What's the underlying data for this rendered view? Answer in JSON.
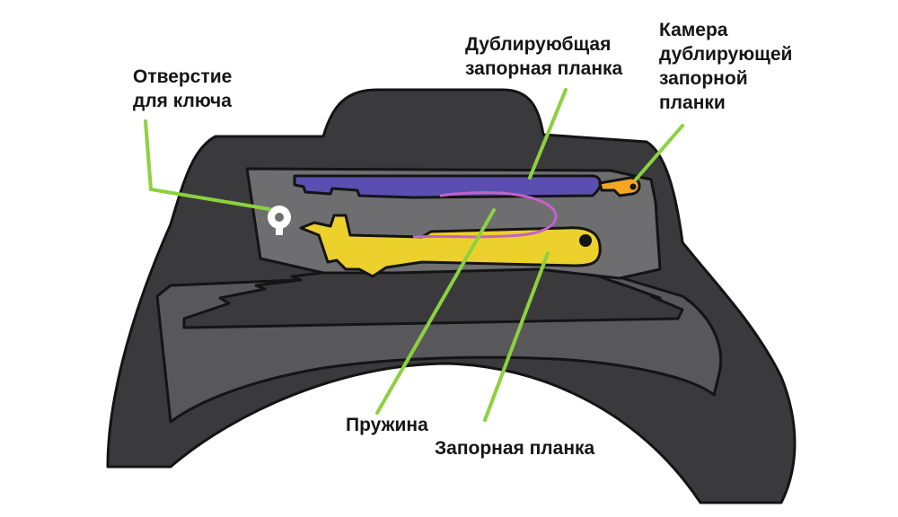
{
  "colors": {
    "callout_line": "#8cd13f",
    "body_dark": "#3a3a3c",
    "body_mid": "#58585b",
    "panel": "#6e6e71",
    "outline": "#141414",
    "backup_bar": "#5a4fb0",
    "locking_bar": "#ecd02c",
    "spring": "#c362c8",
    "cam": "#f5a623"
  },
  "labels": {
    "key_hole": [
      "Отверстие",
      "для ключа"
    ],
    "backup_bar": [
      "Дублируюбщая",
      "запорная планка"
    ],
    "backup_cam": [
      "Камера",
      "дублирующей",
      "запорной",
      "планки"
    ],
    "spring": [
      "Пружина"
    ],
    "locking_bar": [
      "Запорная планка"
    ]
  }
}
